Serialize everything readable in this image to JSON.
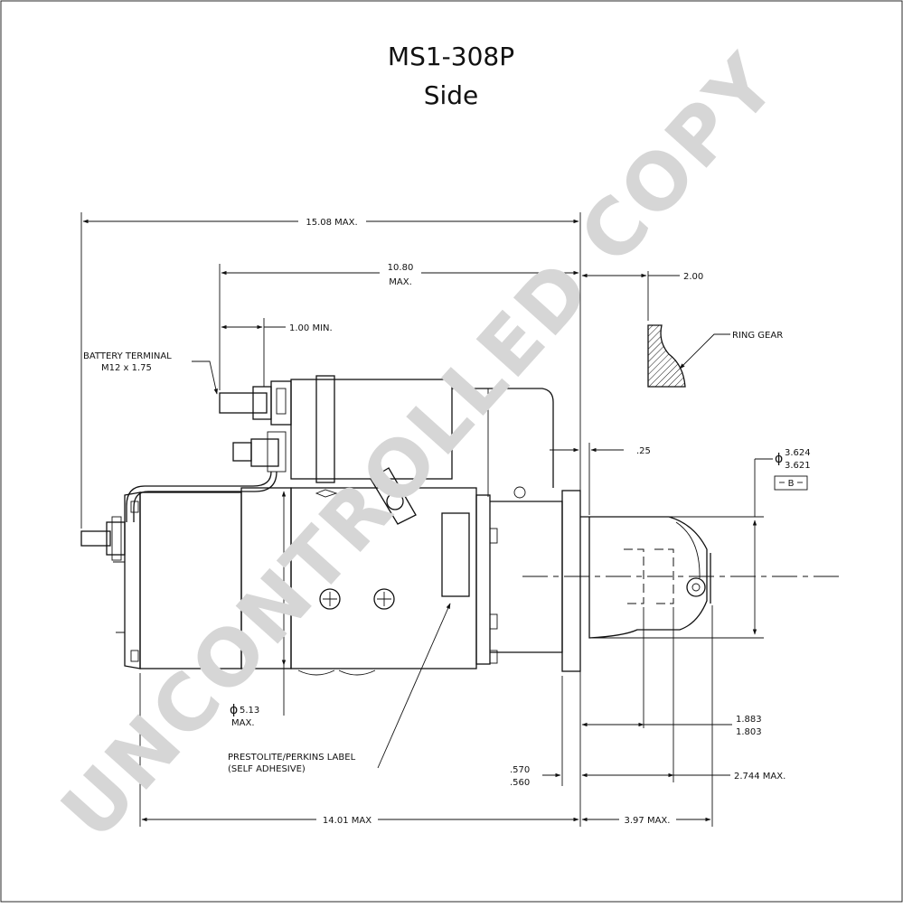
{
  "title": {
    "part_number": "MS1-308P",
    "view": "Side"
  },
  "watermark": "UNCONTROLLED COPY",
  "dimensions": {
    "overall_length": "15.08 MAX.",
    "solenoid_length_value": "10.80",
    "solenoid_length_suffix": "MAX.",
    "terminal_min": "1.00 MIN.",
    "ring_gear_offset": "2.00",
    "flange_gap": ".25",
    "pilot_dia_upper": "3.624",
    "pilot_dia_lower": "3.621",
    "datum": "B",
    "diameter_symbol": "ϕ",
    "body_diameter": "5.13",
    "body_diameter_suffix": "MAX.",
    "pinion_upper": "1.883",
    "pinion_lower": "1.803",
    "flange_thk_upper": ".570",
    "flange_thk_lower": ".560",
    "pinion_length": "2.744 MAX.",
    "body_length": "14.01 MAX",
    "nose_length": "3.97 MAX."
  },
  "labels": {
    "battery_terminal_line1": "BATTERY TERMINAL",
    "battery_terminal_line2": "M12 x 1.75",
    "ring_gear": "RING GEAR",
    "label_line1": "PRESTOLITE/PERKINS LABEL",
    "label_line2": "(SELF ADHESIVE)"
  }
}
